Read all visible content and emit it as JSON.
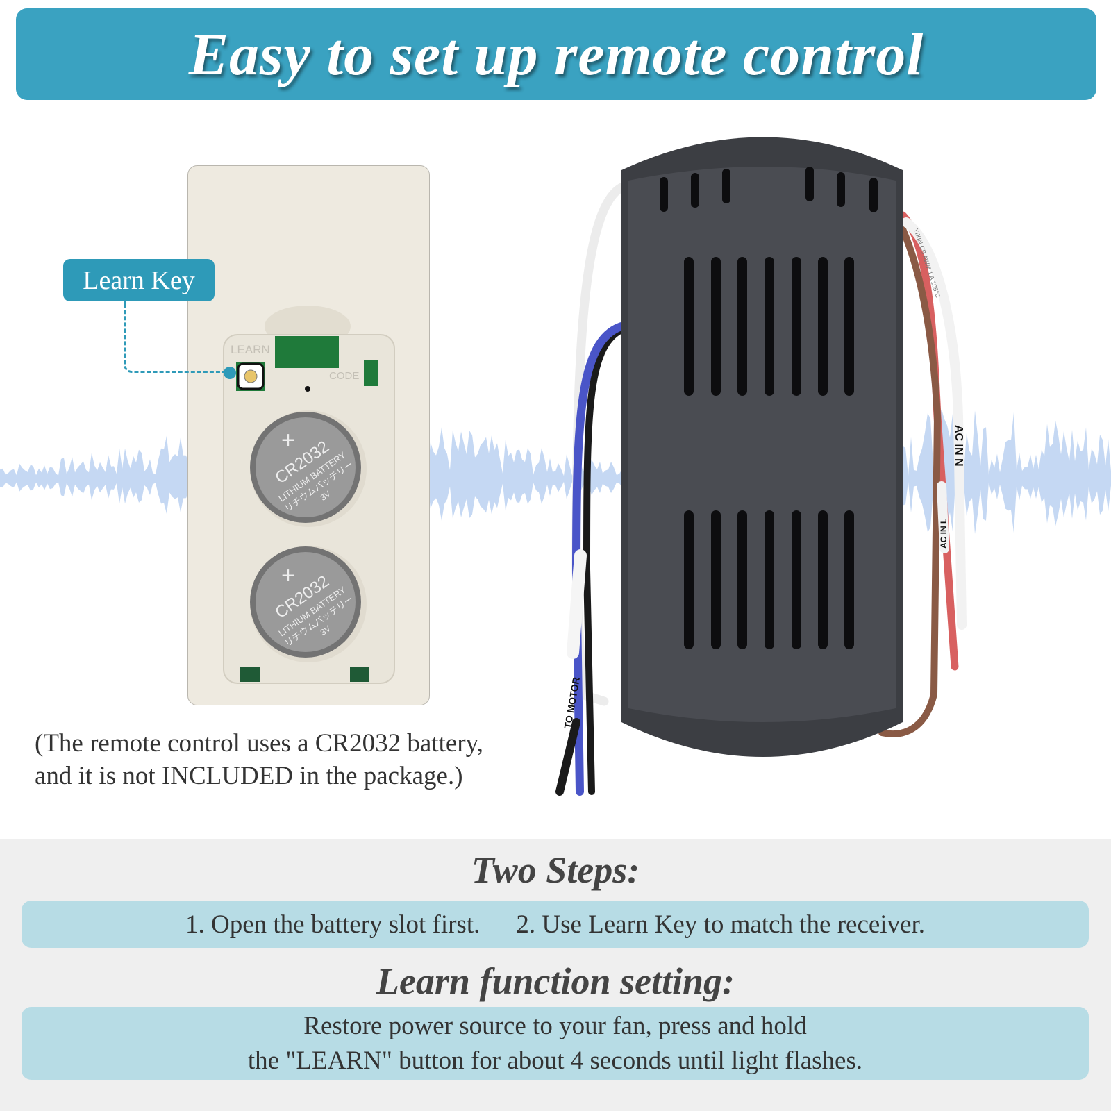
{
  "header": {
    "title": "Easy to set up remote control"
  },
  "remote": {
    "learn_key_label": "Learn Key",
    "board_learn": "LEARN",
    "board_code": "CODE",
    "battery": {
      "model": "CR2032",
      "line1": "LITHIUM BATTERY",
      "line2": "リチウムバッテリー",
      "voltage": "3V",
      "plus": "+"
    }
  },
  "receiver": {
    "wire_labels": {
      "ac_in_n": "AC IN N",
      "ac_in_l": "AC IN L",
      "to_motor": "TO MOTOR",
      "spec": "YIXIN CB AWM 1 A 105°C"
    }
  },
  "note": {
    "line1": "(The remote control uses a CR2032 battery,",
    "line2": "and it is not INCLUDED in the package.)"
  },
  "steps": {
    "heading": "Two Steps:",
    "step1": "1. Open the battery slot first.",
    "step2": "2. Use Learn Key to match the receiver."
  },
  "learn": {
    "heading": "Learn function setting:",
    "line1": "Restore power source to your fan, press and hold",
    "line2": "the \"LEARN\" button for about 4 seconds until light flashes."
  },
  "colors": {
    "accent": "#3aa2c1",
    "bar": "#b7dce5",
    "wave": "#c5d8f3",
    "receiver": "#4a4c52"
  }
}
